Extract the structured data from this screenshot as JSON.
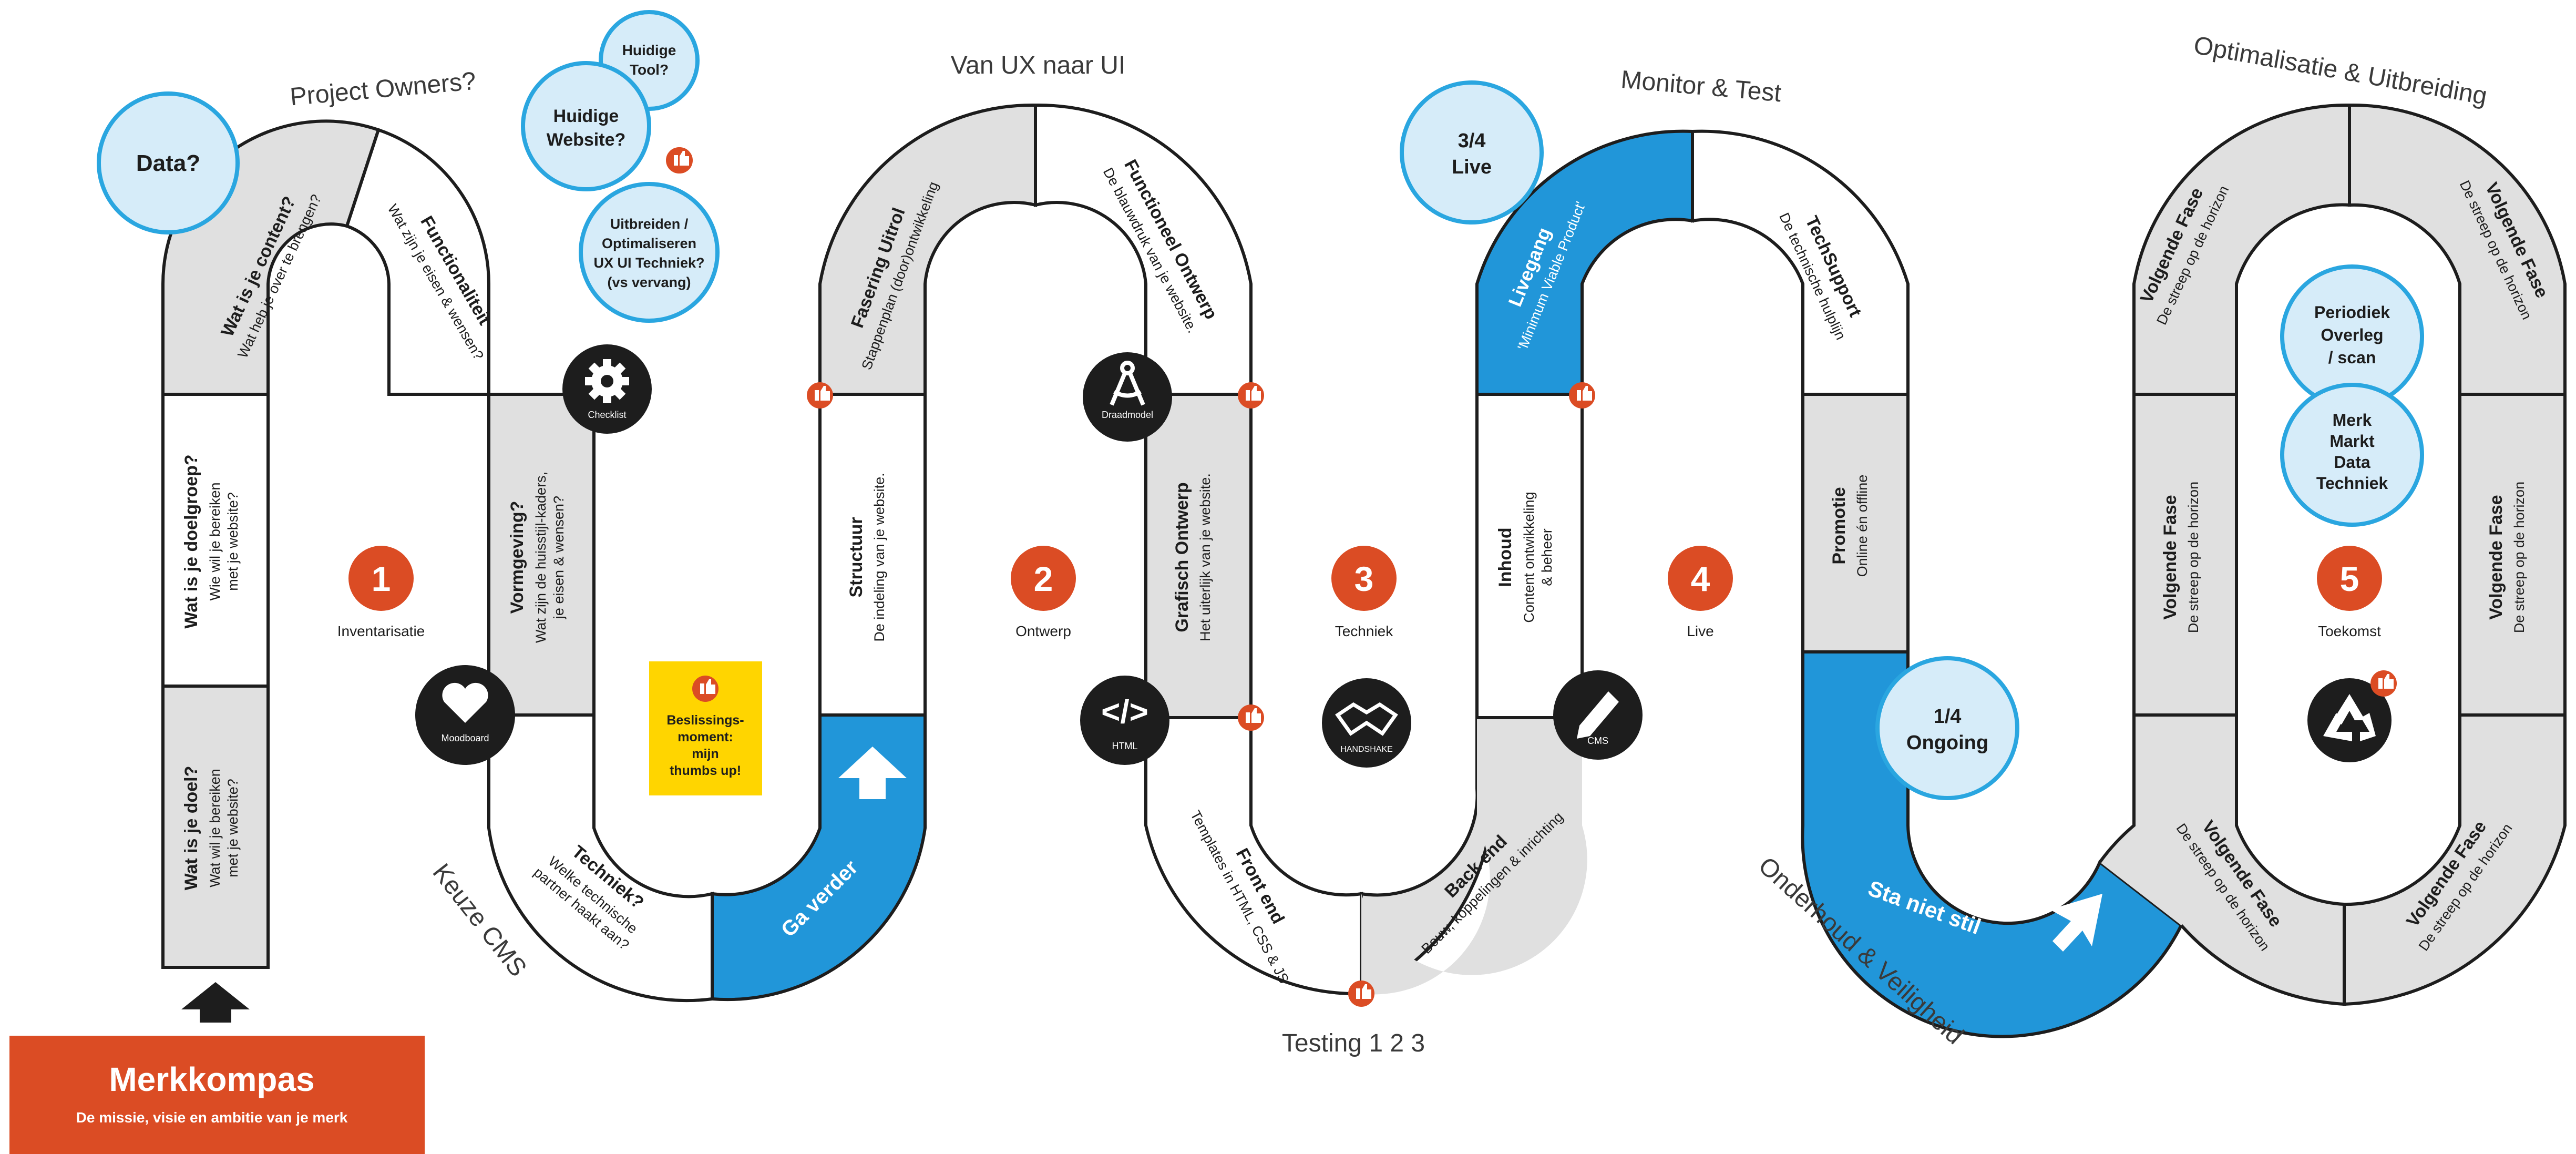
{
  "colors": {
    "grey": "#e0e0e0",
    "blue": "#2196d9",
    "orange": "#db4c24",
    "yellow": "#ffd500",
    "bubble": "#d6ecf9",
    "bubble_stroke": "#2aa6e0",
    "dark": "#1d1d1d",
    "text": "#3a3a3a"
  },
  "title_card": {
    "title": "Merkkompas",
    "subtitle": "De missie, visie en ambitie van je merk"
  },
  "phases": [
    {
      "number": "1",
      "label": "Inventarisatie"
    },
    {
      "number": "2",
      "label": "Ontwerp"
    },
    {
      "number": "3",
      "label": "Techniek"
    },
    {
      "number": "4",
      "label": "Live"
    },
    {
      "number": "5",
      "label": "Toekomst"
    }
  ],
  "headers": {
    "project_owners": "Project Owners?",
    "van_ux": "Van UX naar UI",
    "monitor": "Monitor & Test",
    "optimalisatie": "Optimalisatie & Uitbreiding",
    "keuze_cms": "Keuze CMS",
    "testing": "Testing 1 2 3",
    "onderhoud": "Onderhoud & Veiligheid"
  },
  "segments": {
    "doel": {
      "title": "Wat is je doel?",
      "sub": [
        "Wat wil je bereiken",
        "met je website?"
      ]
    },
    "doelgroep": {
      "title": "Wat is je doelgroep?",
      "sub": [
        "Wie wil je bereiken",
        "met je website?"
      ]
    },
    "content": {
      "title": "Wat is je content?",
      "sub": [
        "Wat heb je over te brengen?"
      ]
    },
    "functionaliteit": {
      "title": "Functionaliteit",
      "sub": [
        "Wat zijn je eisen & wensen?"
      ]
    },
    "vormgeving": {
      "title": "Vormgeving?",
      "sub": [
        "Wat zijn de huisstijl-kaders,",
        "je eisen & wensen?"
      ]
    },
    "techniek": {
      "title": "Techniek?",
      "sub": [
        "Welke technische",
        "partner haakt aan?"
      ]
    },
    "ga_verder": {
      "title": "Ga verder"
    },
    "structuur": {
      "title": "Structuur",
      "sub": [
        "De indeling van je website."
      ]
    },
    "fasering": {
      "title": "Fasering Uitrol",
      "sub": [
        "Stappenplan (door)ontwikkeling"
      ]
    },
    "functioneel": {
      "title": "Functioneel Ontwerp",
      "sub": [
        "De blauwdruk van je website."
      ]
    },
    "grafisch": {
      "title": "Grafisch Ontwerp",
      "sub": [
        "Het uiterlijk van je website."
      ]
    },
    "front_end": {
      "title": "Front end",
      "sub": [
        "Templates in HTML, CSS & JS"
      ]
    },
    "back_end": {
      "title": "Back end",
      "sub": [
        "Bouw, koppelingen & inrichting"
      ]
    },
    "inhoud": {
      "title": "Inhoud",
      "sub": [
        "Content ontwikkeling",
        "& beheer"
      ]
    },
    "livegang": {
      "title": "Livegang",
      "sub": [
        "'Minimum Viable Product'"
      ]
    },
    "techsupport": {
      "title": "TechSupport",
      "sub": [
        "De technische hulplijn"
      ]
    },
    "promotie": {
      "title": "Promotie",
      "sub": [
        "Online én offline"
      ]
    },
    "sta_niet_stil": {
      "title": "Sta niet stil"
    },
    "volgende_fase": {
      "title": "Volgende Fase",
      "sub": [
        "De streep op de horizon"
      ]
    }
  },
  "bubbles": {
    "data": "Data?",
    "huidige_tool": [
      "Huidige",
      "Tool?"
    ],
    "huidige_website": [
      "Huidige",
      "Website?"
    ],
    "uitbreiden": [
      "Uitbreiden /",
      "Optimaliseren",
      "UX UI Techniek?",
      "(vs vervang)"
    ],
    "live_34": [
      "3/4",
      "Live"
    ],
    "ongoing_14": [
      "1/4",
      "Ongoing"
    ],
    "periodiek": [
      "Periodiek",
      "Overleg",
      "/ scan"
    ],
    "merk": [
      "Merk",
      "Markt",
      "Data",
      "Techniek"
    ]
  },
  "icon_labels": {
    "checklist": "Checklist",
    "moodboard": "Moodboard",
    "draadmodel": "Draadmodel",
    "html": "HTML",
    "handshake": "HANDSHAKE",
    "cms": "CMS"
  },
  "decision": [
    "Beslissings-",
    "moment:",
    "mijn",
    "thumbs up!"
  ]
}
